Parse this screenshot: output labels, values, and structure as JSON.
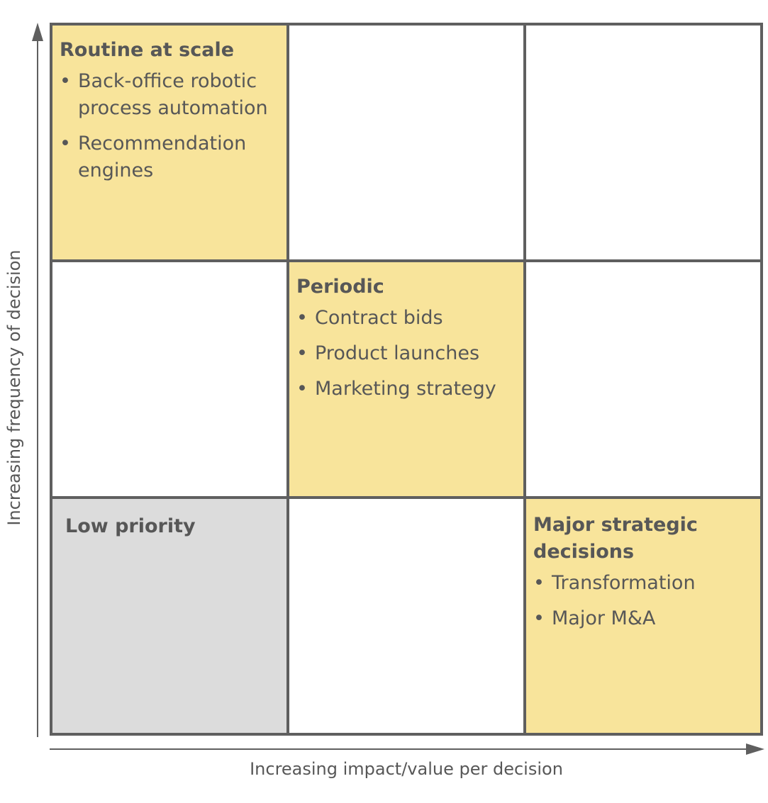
{
  "axes": {
    "x_label": "Increasing impact/value per decision",
    "y_label": "Increasing frequency of decision",
    "line_color": "#5f5f5f"
  },
  "colors": {
    "highlight": "#f8e49b",
    "low_priority": "#dcdcdc",
    "grid_line": "#5f5f5f",
    "text": "#575757"
  },
  "cells": {
    "routine": {
      "title": "Routine at scale",
      "items": [
        "Back-office robotic process automation",
        "Recommendation engines"
      ]
    },
    "periodic": {
      "title": "Periodic",
      "items": [
        "Contract bids",
        "Product launches",
        "Marketing strategy"
      ]
    },
    "low_priority": {
      "title": "Low priority"
    },
    "major": {
      "title": "Major strategic decisions",
      "items": [
        "Transformation",
        "Major M&A"
      ]
    }
  }
}
